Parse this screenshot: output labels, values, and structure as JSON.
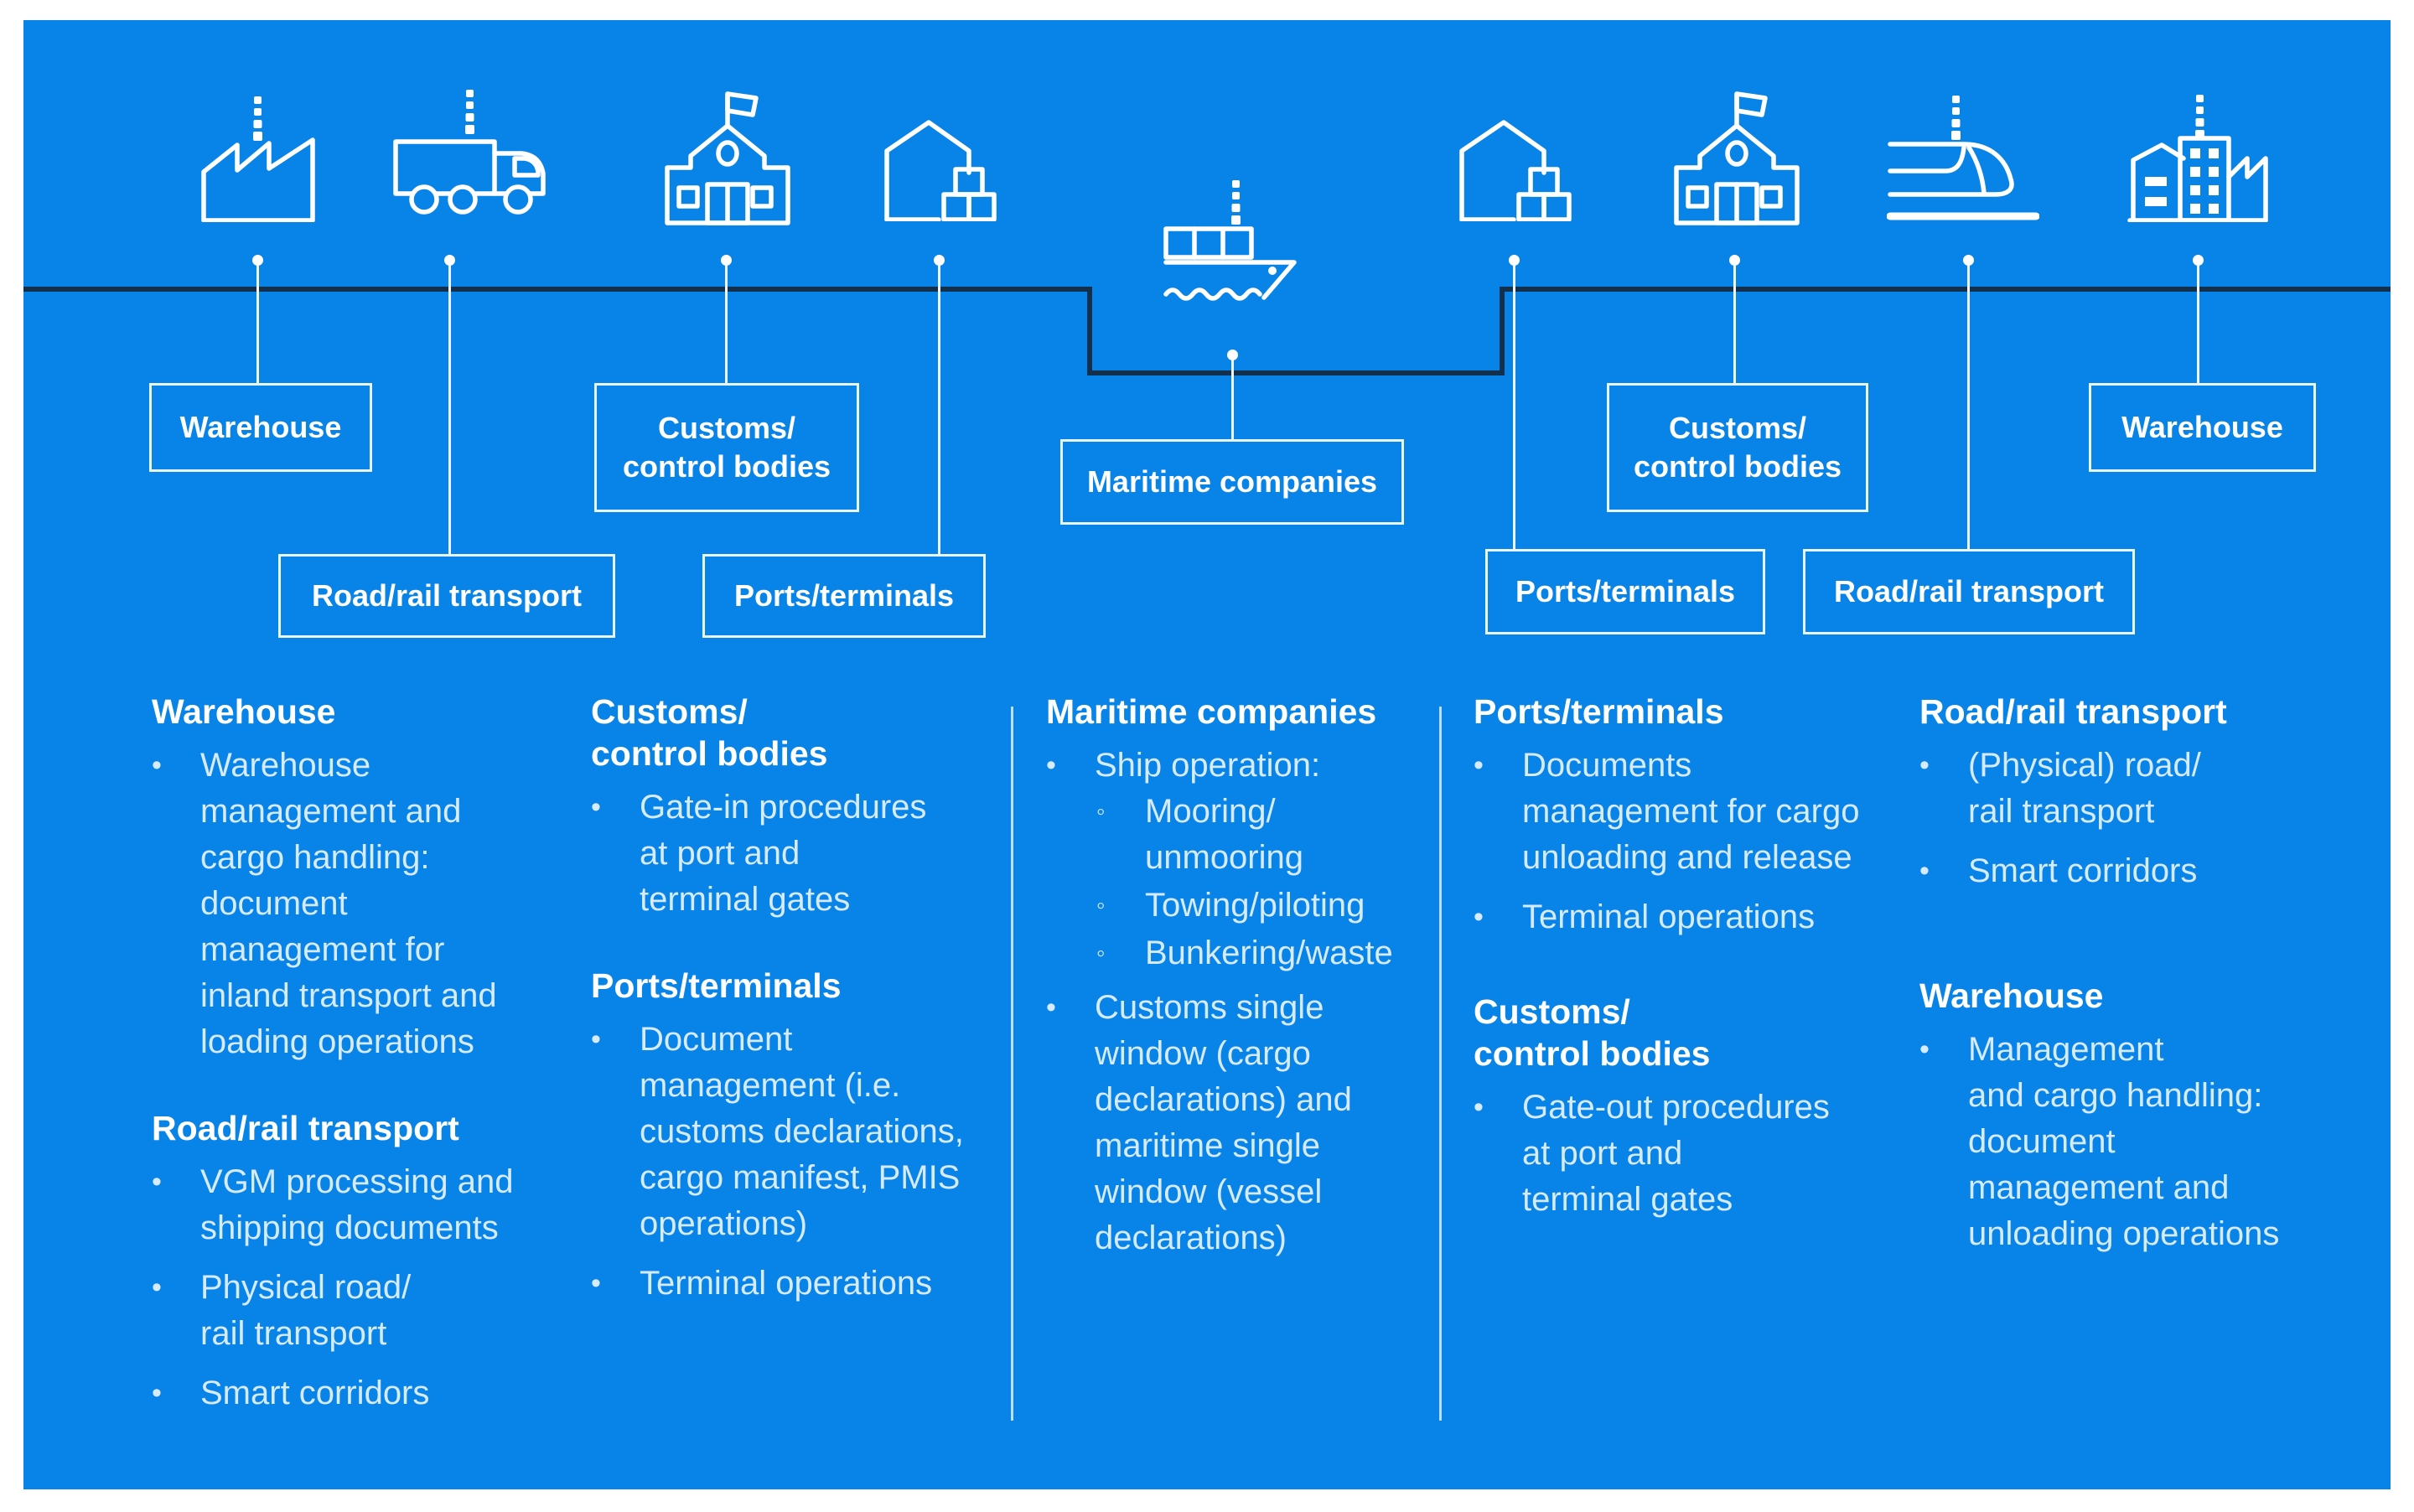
{
  "colors": {
    "panel_blue": "#0883e8",
    "timeline_dark": "#12304c",
    "heading_white": "#ffffff",
    "body_text": "#d6ebfe"
  },
  "glyphs": {
    "bullet": "•",
    "sub_bullet": "◦"
  },
  "boxes": {
    "warehouse_left": "Warehouse",
    "road_rail_left": "Road/rail transport",
    "customs_left": "Customs/\ncontrol bodies",
    "ports_left": "Ports/terminals",
    "maritime": "Maritime companies",
    "ports_right": "Ports/terminals",
    "customs_right": "Customs/\ncontrol bodies",
    "road_rail_right": "Road/rail transport",
    "warehouse_right": "Warehouse"
  },
  "icons": [
    "factory",
    "truck",
    "customs-building-left",
    "warehouse-house-left",
    "container-ship",
    "warehouse-house-right",
    "customs-building-right",
    "train",
    "city-buildings"
  ],
  "columns": [
    {
      "items": [
        {
          "type": "heading",
          "text": "Warehouse"
        },
        {
          "type": "bullet",
          "text": "Warehouse\nmanagement and\ncargo handling:\ndocument\nmanagement for\ninland transport and\nloading operations"
        },
        {
          "type": "heading",
          "text": "Road/rail transport"
        },
        {
          "type": "bullet",
          "text": "VGM processing and\nshipping documents"
        },
        {
          "type": "bullet",
          "text": "Physical road/\nrail transport"
        },
        {
          "type": "bullet",
          "text": "Smart corridors"
        }
      ]
    },
    {
      "items": [
        {
          "type": "heading",
          "text": "Customs/\ncontrol bodies"
        },
        {
          "type": "bullet",
          "text": "Gate-in procedures\nat port and\nterminal gates"
        },
        {
          "type": "heading",
          "text": "Ports/terminals"
        },
        {
          "type": "bullet",
          "text": "Document\nmanagement (i.e.\ncustoms declarations,\ncargo manifest, PMIS\noperations)"
        },
        {
          "type": "bullet",
          "text": "Terminal operations"
        }
      ]
    },
    {
      "items": [
        {
          "type": "heading",
          "text": "Maritime companies"
        },
        {
          "type": "bullet",
          "text": "Ship operation:"
        },
        {
          "type": "sub_bullet",
          "text": "Mooring/\nunmooring"
        },
        {
          "type": "sub_bullet",
          "text": "Towing/piloting"
        },
        {
          "type": "sub_bullet",
          "text": "Bunkering/waste"
        },
        {
          "type": "bullet",
          "text": "Customs single\nwindow (cargo\ndeclarations) and\nmaritime single\nwindow (vessel\ndeclarations)"
        }
      ]
    },
    {
      "items": [
        {
          "type": "heading",
          "text": "Ports/terminals"
        },
        {
          "type": "bullet",
          "text": "Documents\nmanagement for cargo\nunloading and release"
        },
        {
          "type": "bullet",
          "text": "Terminal operations"
        },
        {
          "type": "heading",
          "text": "Customs/\ncontrol bodies"
        },
        {
          "type": "bullet",
          "text": "Gate-out procedures\nat port and\nterminal gates"
        }
      ]
    },
    {
      "items": [
        {
          "type": "heading",
          "text": "Road/rail transport"
        },
        {
          "type": "bullet",
          "text": "(Physical) road/\nrail transport"
        },
        {
          "type": "bullet",
          "text": "Smart corridors"
        },
        {
          "type": "heading",
          "text": "Warehouse"
        },
        {
          "type": "bullet",
          "text": "Management\nand cargo handling:\ndocument\nmanagement and\nunloading operations"
        }
      ]
    }
  ]
}
